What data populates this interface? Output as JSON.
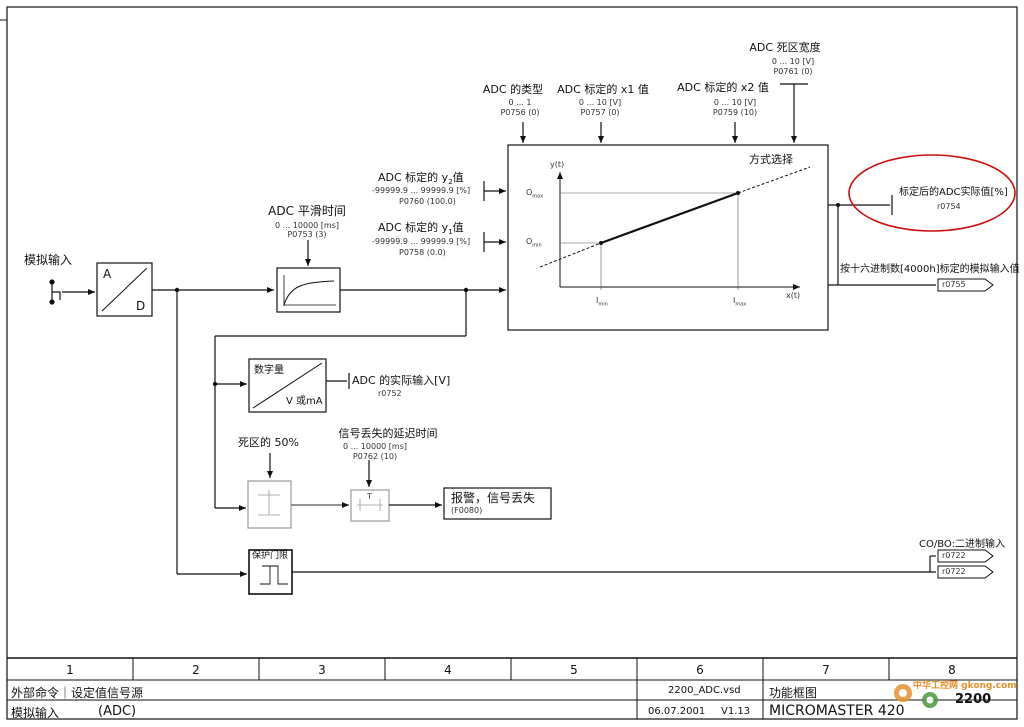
{
  "diagram": {
    "analog_input_label": "模拟输入",
    "adc_box": {
      "a": "A",
      "d": "D"
    },
    "smoothing": {
      "title": "ADC 平滑时间",
      "range": "0 ... 10000 [ms]",
      "param": "P0753 (3)"
    },
    "adc_type": {
      "title": "ADC 的类型",
      "range": "0 ... 1",
      "param": "P0756 (0)"
    },
    "x1": {
      "title": "ADC 标定的 x1 值",
      "range": "0 ... 10 [V]",
      "param": "P0757 (0)"
    },
    "x2": {
      "title": "ADC 标定的 x2 值",
      "range": "0 ... 10 [V]",
      "param": "P0759 (10)"
    },
    "deadband": {
      "title": "ADC 死区宽度",
      "range": "0 ... 10 [V]",
      "param": "P0761 (0)"
    },
    "y2": {
      "title": "ADC 标定的 y",
      "sub": "2",
      "suffix": "值",
      "range": "-99999.9 ... 99999.9 [%]",
      "param": "P0760 (100.0)"
    },
    "y1": {
      "title": "ADC 标定的 y",
      "sub": "1",
      "suffix": "值",
      "range": "-99999.9 ... 99999.9 [%]",
      "param": "P0758 (0.0)"
    },
    "scaling": {
      "mode_label": "方式选择",
      "y_axis": "y(t)",
      "x_axis": "x(t)",
      "omax": "O",
      "omax_sub": "max",
      "omin": "O",
      "omin_sub": "min",
      "imin": "I",
      "imin_sub": "min",
      "imax": "I",
      "imax_sub": "max"
    },
    "scaled_output": {
      "label": "标定后的ADC实际值[%]",
      "param": "r0754"
    },
    "hex_output": {
      "label": "按十六进制数[4000h]标定的模拟输入值",
      "param": "r0755"
    },
    "digital_box": {
      "top": "数字量",
      "bottom": "V 或mA"
    },
    "actual_input": {
      "label": "ADC 的实际输入[V]",
      "param": "r0752"
    },
    "deadband50": {
      "label": "死区的 50%"
    },
    "signal_loss_delay": {
      "title": "信号丢失的延迟时间",
      "range": "0 ... 10000 [ms]",
      "param": "P0762 (10)"
    },
    "t_box": "T",
    "alarm": {
      "label": "报警，信号丢失",
      "param": "(F0080)"
    },
    "protect": {
      "label": "保护门限"
    },
    "cobo": {
      "label": "CO/BO:二进制输入",
      "param1": "r0722",
      "param2": "r0722"
    }
  },
  "footer": {
    "columns": [
      "1",
      "2",
      "3",
      "4",
      "5",
      "6",
      "7",
      "8"
    ],
    "row1_left": "外部命令｜设定值信号源",
    "row2_left": "模拟输入",
    "row2_left_code": "(ADC)",
    "file": "2200_ADC.vsd",
    "title": "功能框图",
    "date": "06.07.2001",
    "version": "V1.13",
    "product": "MICROMASTER 420",
    "sheet": "2200",
    "watermark": "中华工控网 gkong.com"
  },
  "colors": {
    "line": "#111111",
    "highlight_circle": "#cc1010",
    "watermark_orange": "#e8902a",
    "watermark_green": "#4a9a3a"
  }
}
